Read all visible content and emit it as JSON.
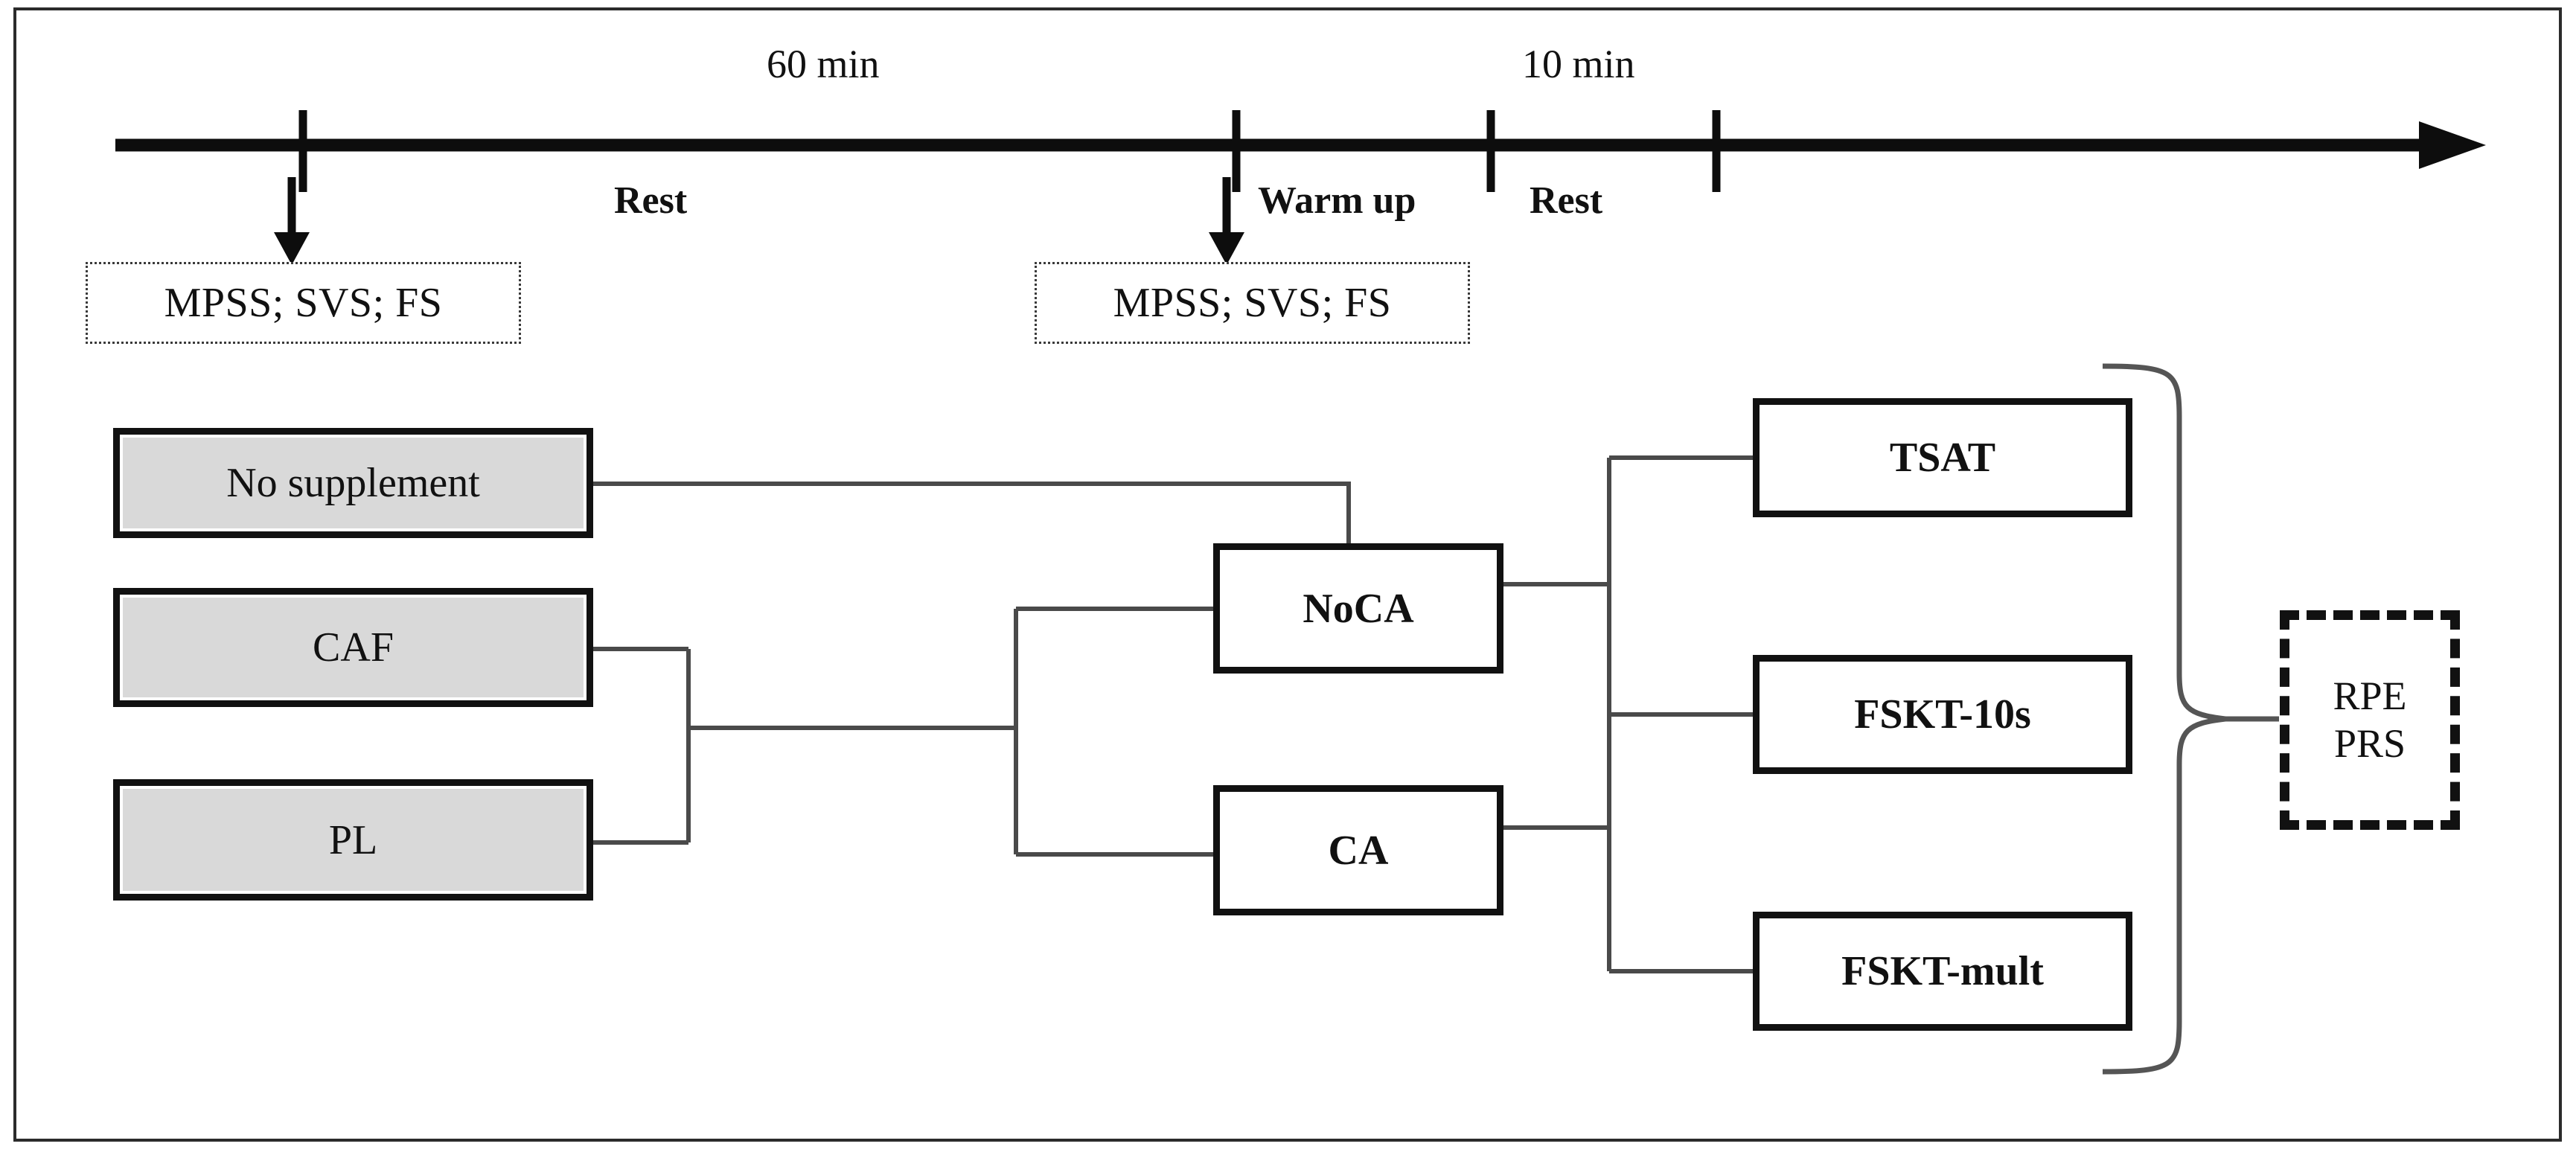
{
  "figure": {
    "type": "study-protocol-flow-diagram",
    "background": "#ffffff",
    "frame_color": "#2b2b2b",
    "box_fill_grey": "#d9d9d9",
    "box_fill_white": "#ffffff",
    "line_color": "#111111"
  },
  "timeline": {
    "durations": [
      {
        "label": "60 min"
      },
      {
        "label": "10 min"
      }
    ],
    "phases": [
      {
        "label": "Rest"
      },
      {
        "label": "Warm up"
      },
      {
        "label": "Rest"
      }
    ],
    "measurement_boxes": [
      {
        "label": "MPSS; SVS; FS"
      },
      {
        "label": "MPSS; SVS; FS"
      }
    ]
  },
  "flow": {
    "supplement_conditions": [
      {
        "label": "No supplement"
      },
      {
        "label": "CAF"
      },
      {
        "label": "PL"
      }
    ],
    "activation_conditions": [
      {
        "label": "NoCA"
      },
      {
        "label": "CA"
      }
    ],
    "performance_tests": [
      {
        "label": "TSAT"
      },
      {
        "label": "FSKT-10s"
      },
      {
        "label": "FSKT-mult"
      }
    ],
    "outcomes": {
      "lines": [
        {
          "label": "RPE"
        },
        {
          "label": "PRS"
        }
      ]
    }
  }
}
